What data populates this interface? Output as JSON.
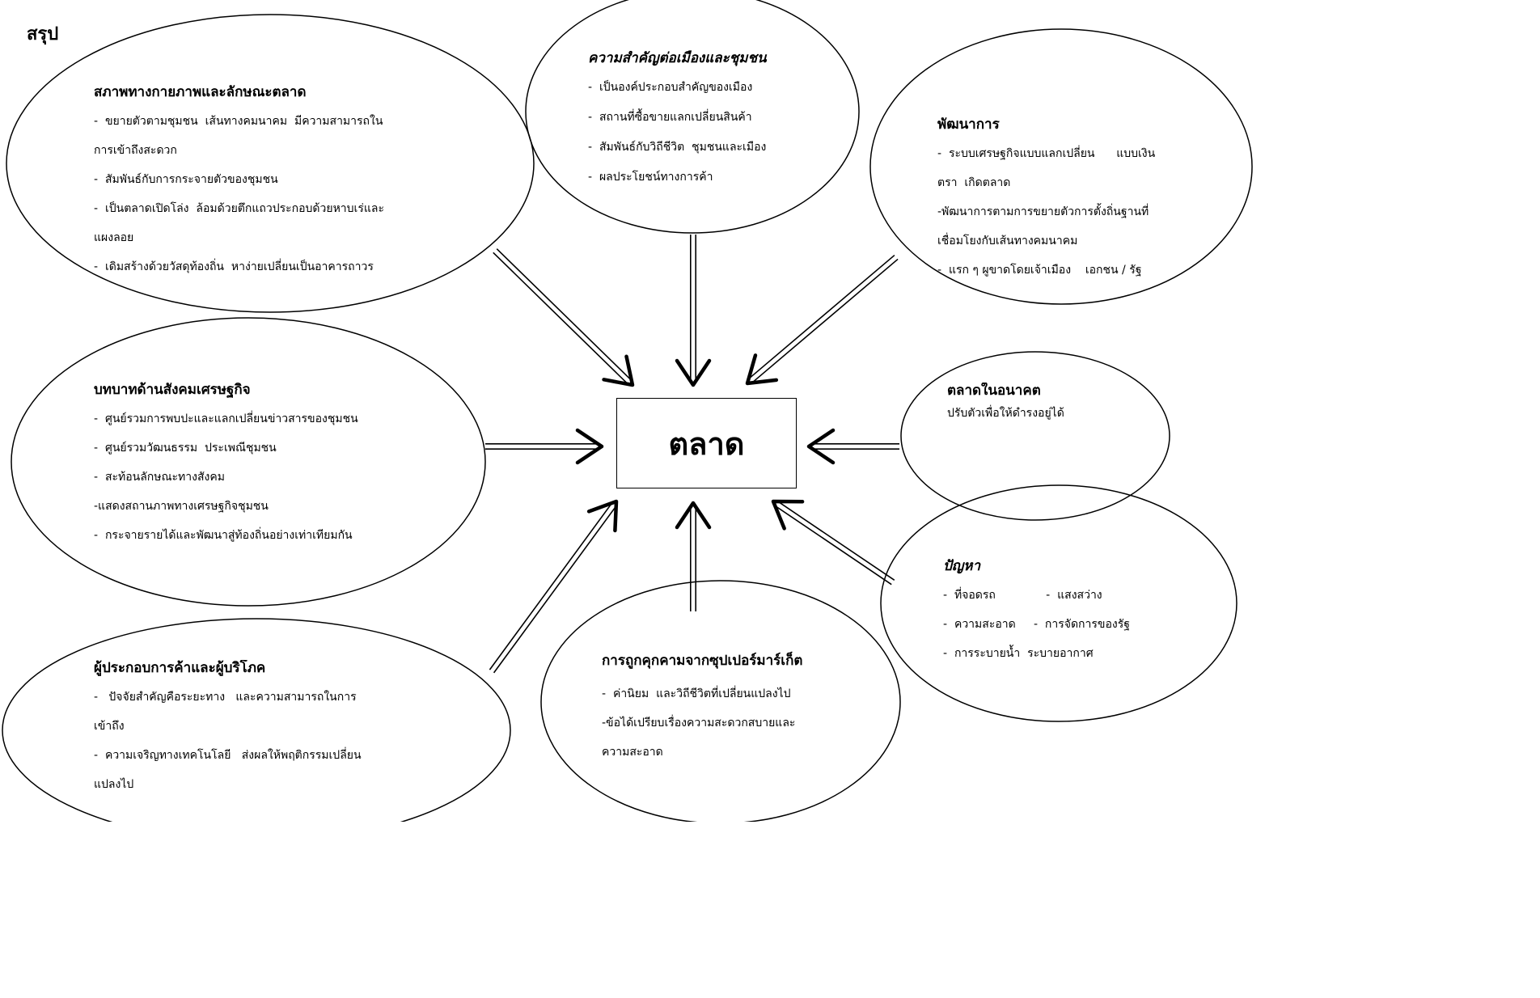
{
  "page_title": "สรุป",
  "center_label": "ตลาด",
  "nodes": {
    "physical": {
      "title": "สภาพทางกายภาพและลักษณะตลาด",
      "lines": [
        "-  ขยายตัวตามชุมชน  เส้นทางคมนาคม  มีความสามารถใน",
        "การเข้าถึงสะดวก",
        "-  สัมพันธ์กับการกระจายตัวของชุมชน",
        "-  เป็นตลาดเปิดโล่ง  ล้อมด้วยตึกแถวประกอบด้วยหาบเร่และ",
        "แผงลอย",
        "-  เดิมสร้างด้วยวัสดุท้องถิ่น  หาง่ายเปลี่ยนเป็นอาคารถาวร"
      ]
    },
    "importance": {
      "title": "ความสำคัญต่อเมืองและชุมชน",
      "lines": [
        "-  เป็นองค์ประกอบสำคัญของเมือง",
        "-  สถานที่ซื้อขายแลกเปลี่ยนสินค้า",
        "-  สัมพันธ์กับวิถีชีวิต  ชุมชนและเมือง",
        "-  ผลประโยชน์ทางการค้า"
      ]
    },
    "development": {
      "title": "พัฒนาการ",
      "lines": [
        "-  ระบบเศรษฐกิจแบบแลกเปลี่ยน      แบบเงิน",
        "ตรา  เกิดตลาด",
        "-พัฒนาการตามการขยายตัวการตั้งถิ่นฐานที่",
        "เชื่อมโยงกับเส้นทางคมนาคม",
        "-  แรก ๆ ผูขาดโดยเจ้าเมือง    เอกชน / รัฐ"
      ]
    },
    "socioeconomic": {
      "title": "บทบาทด้านสังคมเศรษฐกิจ",
      "lines": [
        "-  ศูนย์รวมการพบปะและแลกเปลี่ยนข่าวสารของชุมชน",
        "-  ศูนย์รวมวัฒนธรรม  ประเพณีชุมชน",
        "-  สะท้อนลักษณะทางสังคม",
        "-แสดงสถานภาพทางเศรษฐกิจชุมชน",
        "-  กระจายรายได้และพัฒนาสู่ท้องถิ่นอย่างเท่าเทียมกัน"
      ]
    },
    "future": {
      "title": "ตลาดในอนาคต",
      "lines": [
        "ปรับตัวเพื่อให้ดำรงอยู่ได้"
      ]
    },
    "problems": {
      "title": "ปัญหา",
      "lines": [
        "-  ที่จอดรถ              -  แสงสว่าง",
        "-  ความสะอาด     -  การจัดการของรัฐ",
        "-  การระบายน้ำ  ระบายอากาศ"
      ]
    },
    "threat": {
      "title": "การถูกคุกคามจากซุปเปอร์มาร์เก็ต",
      "lines": [
        "-  ค่านิยม  และวิถีชีวิตที่เปลี่ยนแปลงไป",
        "-ข้อได้เปรียบเรื่องความสะดวกสบายและ",
        "ความสะอาด"
      ]
    },
    "consumers": {
      "title": "ผู้ประกอบการค้าและผู้บริโภค",
      "lines": [
        "-   ปัจจัยสำคัญคือระยะทาง   และความสามารถในการ",
        "เข้าถึง",
        "-  ความเจริญทางเทคโนโลยี   ส่งผลให้พฤติกรรมเปลี่ยน",
        "แปลงไป"
      ]
    }
  }
}
